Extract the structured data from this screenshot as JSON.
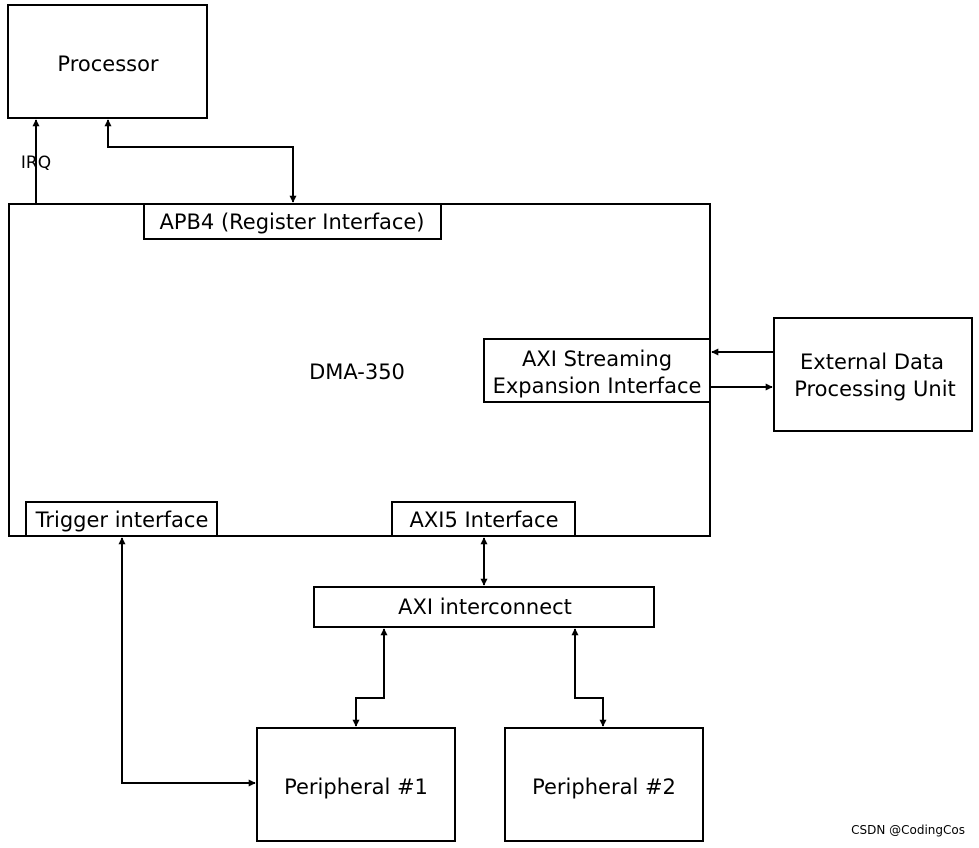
{
  "diagram": {
    "processor": "Processor",
    "irq": "IRQ",
    "dma": "DMA-350",
    "apb4": "APB4 (Register Interface)",
    "axi_stream_line1": "AXI Streaming",
    "axi_stream_line2": "Expansion Interface",
    "external_line1": "External Data",
    "external_line2": "Processing Unit",
    "trigger": "Trigger interface",
    "axi5": "AXI5 Interface",
    "interconnect": "AXI interconnect",
    "peripheral1": "Peripheral #1",
    "peripheral2": "Peripheral #2"
  },
  "watermark": "CSDN @CodingCos"
}
